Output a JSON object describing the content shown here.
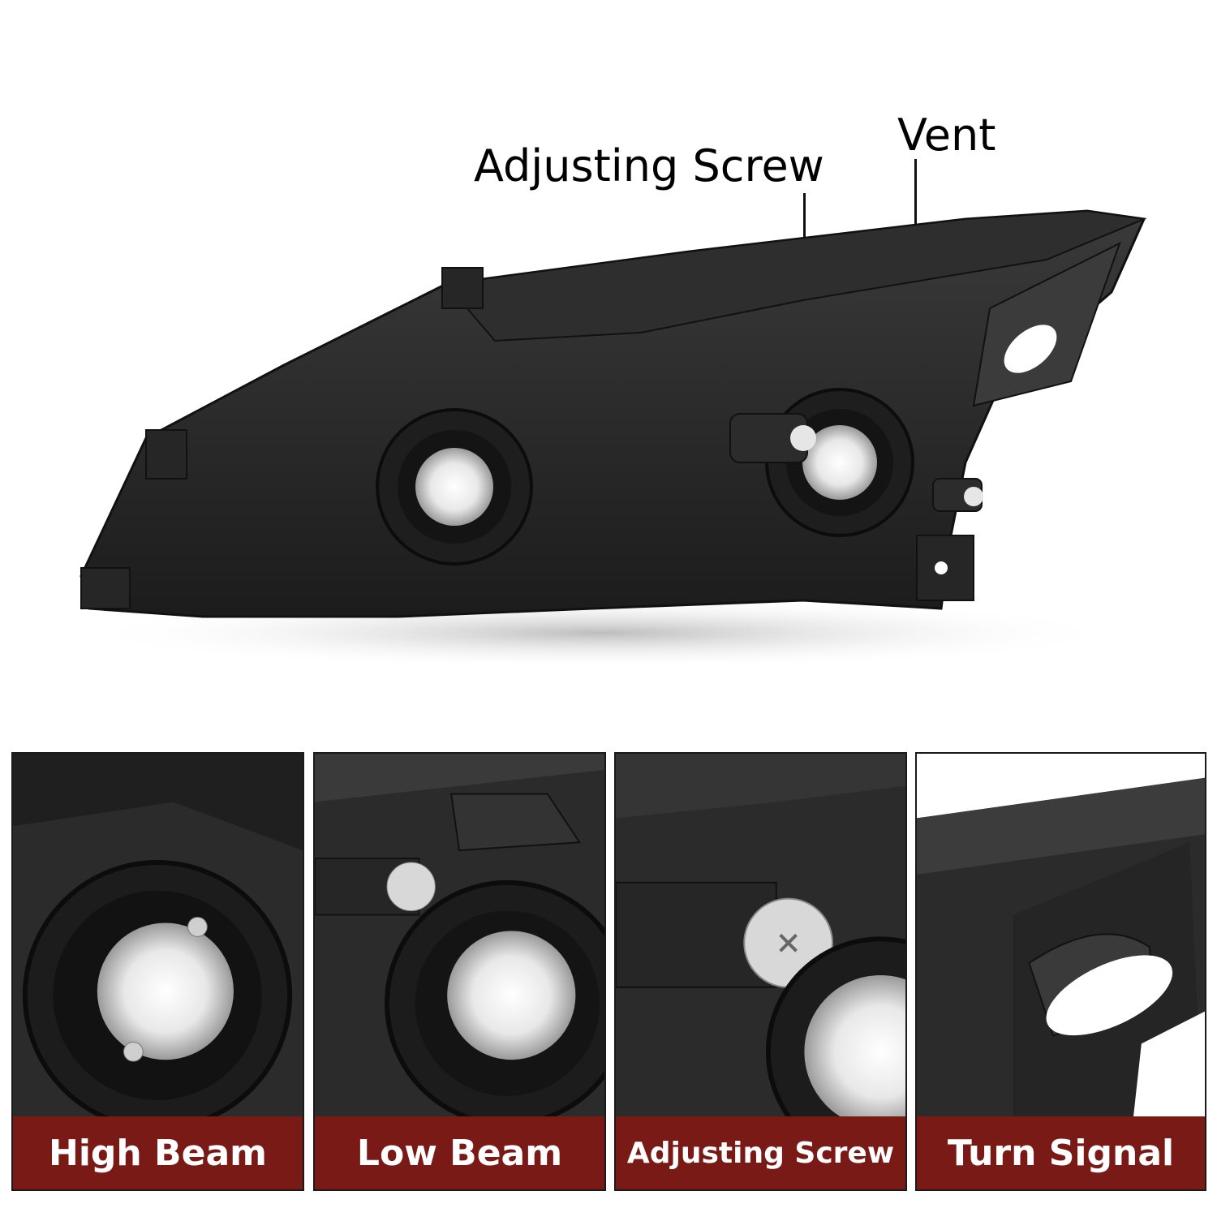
{
  "callouts": {
    "adjusting_screw": "Adjusting Screw",
    "vent": "Vent"
  },
  "panels": [
    {
      "label": "High Beam"
    },
    {
      "label": "Low Beam"
    },
    {
      "label": "Adjusting Screw"
    },
    {
      "label": "Turn Signal"
    }
  ],
  "colors": {
    "label_bar": "#7a1a16",
    "housing": "#2a2a2a"
  }
}
